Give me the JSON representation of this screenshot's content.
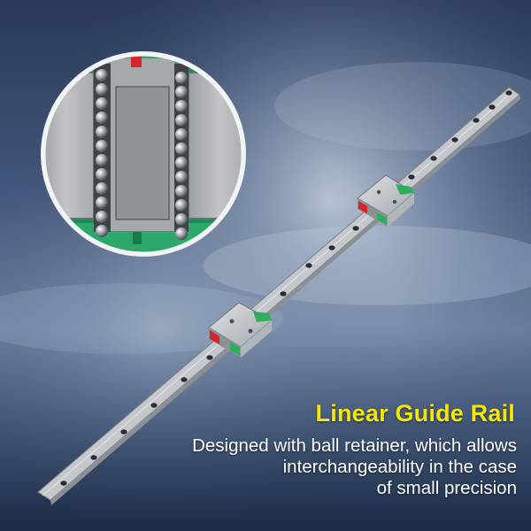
{
  "product": {
    "title": "Linear Guide Rail",
    "description_lines": [
      "Designed with ball retainer, which allows",
      "interchangeability in the case",
      "of small precision"
    ]
  },
  "scene": {
    "rail_color": "#c9cdd2",
    "carriage_accent": "#2fae5c",
    "seal_color": "#d6252a",
    "title_color": "#f6e700",
    "text_color": "#ffffff",
    "background_color": "#1b2a44"
  }
}
